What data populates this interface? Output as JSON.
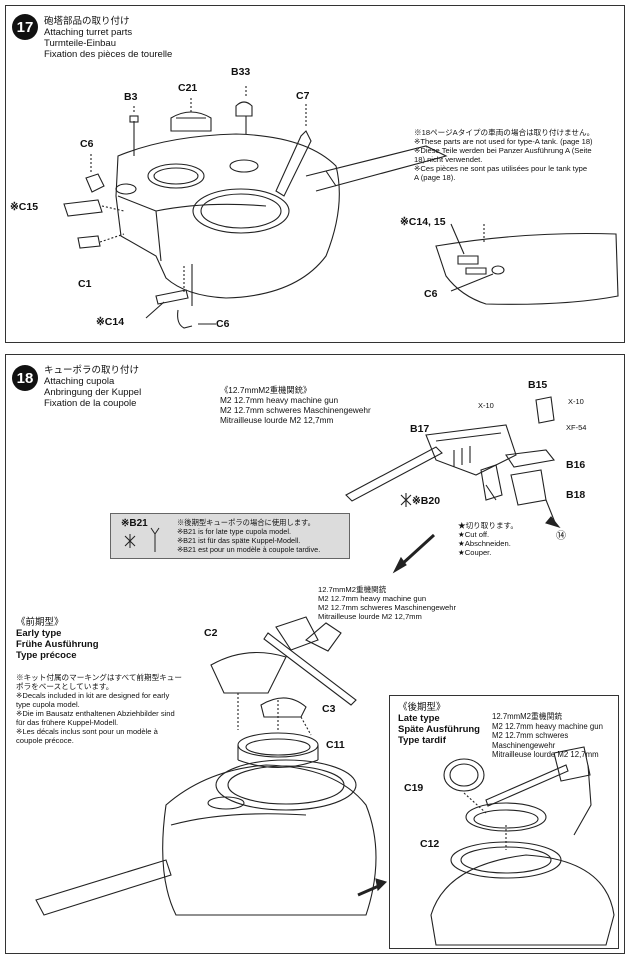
{
  "step17": {
    "number": "17",
    "title_jp": "砲塔部品の取り付け",
    "title_en": "Attaching turret parts",
    "title_de": "Turmteile-Einbau",
    "title_fr": "Fixation des pièces de tourelle",
    "parts": {
      "B3": "B3",
      "C21": "C21",
      "B33": "B33",
      "C7": "C7",
      "C6": "C6",
      "C15": "※C15",
      "C1": "C1",
      "C14": "※C14",
      "C6b": "C6",
      "C14_15": "※C14, 15",
      "C6c": "C6"
    },
    "note": [
      "※18ページAタイプの車両の場合は取り付けません。",
      "※These parts are not used for type-A tank. (page 18)",
      "※Diese Teile werden bei Panzer Ausführung A (Seite",
      "18) nicht verwendet.",
      "※Ces pièces ne sont pas utilisées pour le tank type",
      "A (page 18)."
    ]
  },
  "step18": {
    "number": "18",
    "title_jp": "キューポラの取り付け",
    "title_en": "Attaching cupola",
    "title_de": "Anbringung der Kuppel",
    "title_fr": "Fixation de la coupole",
    "mg_note": [
      "《12.7mmM2重機関銃》",
      "M2 12.7mm heavy machine gun",
      "M2 12.7mm schweres Maschinengewehr",
      "Mitrailleuse lourde M2 12,7mm"
    ],
    "parts": {
      "B15": "B15",
      "B17": "B17",
      "B16": "B16",
      "B18": "B18",
      "B20": "※B20",
      "x10a": "X-10",
      "x10b": "X-10",
      "xf54": "XF-54",
      "c14": "⑭"
    },
    "cut_note": [
      "★切り取ります。",
      "★Cut off.",
      "★Abschneiden.",
      "★Couper."
    ],
    "b21": {
      "label": "※B21",
      "lines": [
        "※後期型キューポラの場合に使用します。",
        "※B21 is for late type cupola model.",
        "※B21 ist für das späte Kuppel-Modell.",
        "※B21 est pour un modèle à coupole tardive."
      ]
    },
    "mg_note2": [
      "12.7mmM2重機関銃",
      "M2 12.7mm heavy machine gun",
      "M2 12.7mm schweres Maschinengewehr",
      "Mitrailleuse lourde M2 12,7mm"
    ],
    "early": {
      "title_jp": "《前期型》",
      "title_en": "Early type",
      "title_de": "Frühe Ausführung",
      "title_fr": "Type précoce",
      "decal_note": [
        "※キット付属のマーキングはすべて前期型キュー",
        "ポラをベースとしています。",
        "※Decals included in kit are designed for early",
        "type cupola model.",
        "※Die im Bausatz enthaltenen Abziehbilder sind",
        "für das frühere Kuppel-Modell.",
        "※Les décals inclus sont pour un modèle à",
        "coupole précoce."
      ],
      "parts": {
        "C2": "C2",
        "C3": "C3",
        "C11": "C11"
      }
    },
    "late": {
      "title_jp": "《後期型》",
      "title_en": "Late type",
      "title_de": "Späte Ausführung",
      "title_fr": "Type tardif",
      "mg_lines": [
        "12.7mmM2重機関銃",
        "M2 12.7mm heavy machine gun",
        "M2 12.7mm schweres",
        "Maschinengewehr",
        "Mitrailleuse lourde M2 12,7mm"
      ],
      "parts": {
        "C19": "C19",
        "C12": "C12"
      }
    }
  }
}
